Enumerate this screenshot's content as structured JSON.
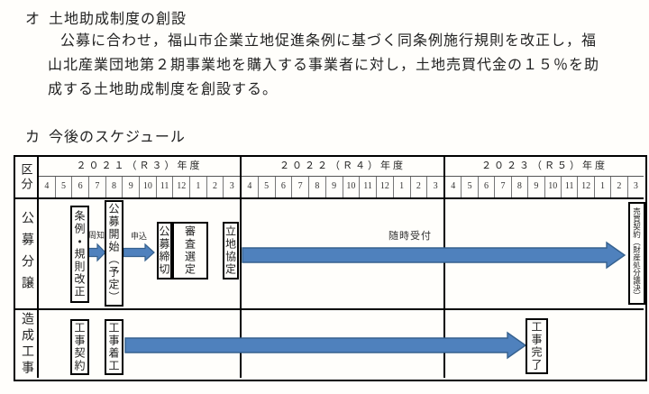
{
  "doc": {
    "section_o": {
      "marker": "オ",
      "title": "土地助成制度の創設",
      "lines": [
        "公募に合わせ，福山市企業立地促進条例に基づく同条例施行規則を改正し，福",
        "山北産業団地第２期事業地を購入する事業者に対し，土地売買代金の１５％を助",
        "成する土地助成制度を創設する。"
      ]
    },
    "section_ka": {
      "marker": "カ",
      "title": "今後のスケジュール"
    }
  },
  "table": {
    "corner_label": "区分",
    "years": [
      {
        "label": "２０２１（Ｒ３）年度",
        "months": [
          "4",
          "5",
          "6",
          "7",
          "8",
          "9",
          "10",
          "11",
          "12",
          "1",
          "2",
          "3"
        ]
      },
      {
        "label": "２０２２（Ｒ４）年度",
        "months": [
          "4",
          "5",
          "6",
          "7",
          "8",
          "9",
          "10",
          "11",
          "12",
          "1",
          "2",
          "3"
        ]
      },
      {
        "label": "２０２３（Ｒ５）年度",
        "months": [
          "4",
          "5",
          "6",
          "7",
          "8",
          "9",
          "10",
          "11",
          "12",
          "1",
          "2",
          "3"
        ]
      }
    ],
    "rows": [
      {
        "label": "公募分譲",
        "milestones": {
          "ordinance": "条例・規則改正",
          "kobo_start": "公募開始（予定）",
          "kobo_close": "公募締切",
          "screening": "審査選定",
          "agreement": "立地協定",
          "contract": "売買契約（財産処分議決）"
        },
        "arrows": {
          "announce": "周知",
          "apply": "申込",
          "anytime": "随時受付"
        }
      },
      {
        "label": "造成工事",
        "milestones": {
          "contract": "工事契約",
          "start": "工事着工",
          "complete": "工事完了"
        }
      }
    ]
  },
  "colors": {
    "arrow_fill": "#4f81bd",
    "arrow_stroke": "#36618e"
  }
}
